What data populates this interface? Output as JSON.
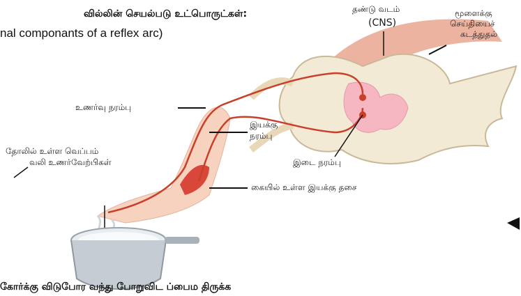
{
  "header": {
    "title_tamil": "வில்லின் செயல்படு உட்பொருட்கள்:",
    "title_english": "nal componants of a reflex arc)"
  },
  "labels": {
    "spinal_cord": "தண்டு வடம்",
    "cns": "(CNS)",
    "brain_line1": "மூளைக்கு",
    "brain_line2": "செய்தியைச்",
    "brain_line3": "கடத்துதல்",
    "sensory_nerve": "உணர்வு நரம்பு",
    "motor_nerve_line1": "இயக்கு",
    "motor_nerve_line2": "நரம்பு",
    "skin_receptor_line1": "தோலில் உள்ள வெப்பம்",
    "skin_receptor_line2": "வலி உணர்வேற்பிகள்",
    "interneuron": "இடை நரம்பு",
    "muscle": "கையில் உள்ள இயக்கு தசை"
  },
  "footer": {
    "cut_text": "கோர்க்கு  விடுபோர  வந்து  போறுவிட  ப்பைம  திருக்க"
  },
  "colors": {
    "nerve": "#c8402a",
    "muscle": "#d9463a",
    "cord_gray": "#f2ecd8",
    "cord_pink": "#f5b8c0",
    "skin": "#f6d2bf"
  }
}
